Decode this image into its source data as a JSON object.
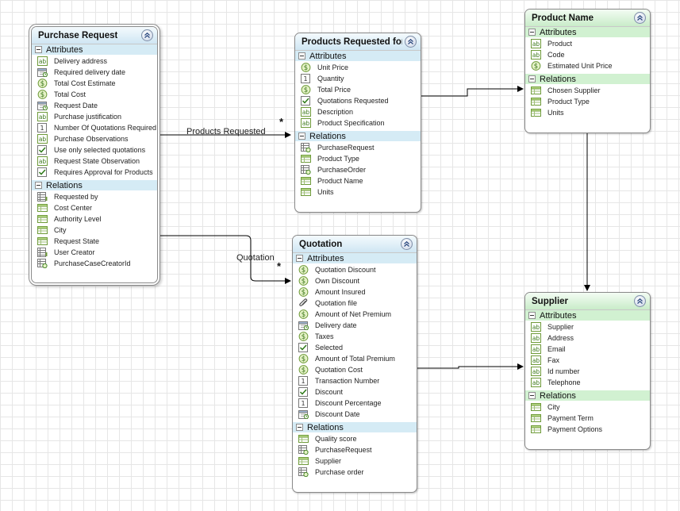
{
  "connectors": {
    "products_requested_label": "Products Requested",
    "products_requested_multiplicity": "*",
    "quotation_label": "Quotation",
    "quotation_multiplicity": "*"
  },
  "entities": [
    {
      "id": "purchase-request",
      "title": "Purchase Request",
      "style": "blue",
      "double": true,
      "sections": [
        {
          "title": "Attributes",
          "items": [
            {
              "label": "Delivery address",
              "icon": "text"
            },
            {
              "label": "Required delivery date",
              "icon": "date"
            },
            {
              "label": "Total Cost Estimate",
              "icon": "money"
            },
            {
              "label": "Total Cost",
              "icon": "money"
            },
            {
              "label": "Request Date",
              "icon": "date"
            },
            {
              "label": "Purchase justification",
              "icon": "text"
            },
            {
              "label": "Number Of Quotations Required",
              "icon": "number"
            },
            {
              "label": "Purchase Observations",
              "icon": "text"
            },
            {
              "label": "Use only selected quotations",
              "icon": "boolean"
            },
            {
              "label": "Request State Observation",
              "icon": "text"
            },
            {
              "label": "Requires Approval for Products",
              "icon": "boolean"
            }
          ]
        },
        {
          "title": "Relations",
          "items": [
            {
              "label": "Requested by",
              "icon": "relation-list"
            },
            {
              "label": "Cost Center",
              "icon": "relation"
            },
            {
              "label": "Authority Level",
              "icon": "relation"
            },
            {
              "label": "City",
              "icon": "relation"
            },
            {
              "label": "Request State",
              "icon": "relation"
            },
            {
              "label": "User Creator",
              "icon": "relation-list"
            },
            {
              "label": "PurchaseCaseCreatorId",
              "icon": "relation-case"
            }
          ]
        }
      ]
    },
    {
      "id": "products-requested",
      "title": "Products Requested for Pre",
      "style": "blue",
      "double": false,
      "sections": [
        {
          "title": "Attributes",
          "items": [
            {
              "label": "Unit Price",
              "icon": "money"
            },
            {
              "label": "Quantity",
              "icon": "number"
            },
            {
              "label": "Total Price",
              "icon": "money"
            },
            {
              "label": "Quotations Requested",
              "icon": "boolean"
            },
            {
              "label": "Description",
              "icon": "text"
            },
            {
              "label": "Product Specification",
              "icon": "text"
            }
          ]
        },
        {
          "title": "Relations",
          "items": [
            {
              "label": "PurchaseRequest",
              "icon": "relation-case"
            },
            {
              "label": "Product Type",
              "icon": "relation"
            },
            {
              "label": "PurchaseOrder",
              "icon": "relation-case"
            },
            {
              "label": "Product Name",
              "icon": "relation"
            },
            {
              "label": "Units",
              "icon": "relation"
            }
          ]
        }
      ]
    },
    {
      "id": "product-name",
      "title": "Product Name",
      "style": "green",
      "double": false,
      "sections": [
        {
          "title": "Attributes",
          "items": [
            {
              "label": "Product",
              "icon": "text"
            },
            {
              "label": "Code",
              "icon": "text"
            },
            {
              "label": "Estimated Unit Price",
              "icon": "money"
            }
          ]
        },
        {
          "title": "Relations",
          "items": [
            {
              "label": "Chosen Supplier",
              "icon": "relation"
            },
            {
              "label": "Product Type",
              "icon": "relation"
            },
            {
              "label": "Units",
              "icon": "relation"
            }
          ]
        }
      ]
    },
    {
      "id": "quotation",
      "title": "Quotation",
      "style": "blue",
      "double": false,
      "sections": [
        {
          "title": "Attributes",
          "items": [
            {
              "label": "Quotation Discount",
              "icon": "money"
            },
            {
              "label": "Own Discount",
              "icon": "money"
            },
            {
              "label": "Amount Insured",
              "icon": "money"
            },
            {
              "label": "Quotation file",
              "icon": "file"
            },
            {
              "label": "Amount of Net Premium",
              "icon": "money"
            },
            {
              "label": "Delivery date",
              "icon": "date"
            },
            {
              "label": "Taxes",
              "icon": "money"
            },
            {
              "label": "Selected",
              "icon": "boolean"
            },
            {
              "label": "Amount of Total Premium",
              "icon": "money"
            },
            {
              "label": "Quotation Cost",
              "icon": "money"
            },
            {
              "label": "Transaction Number",
              "icon": "number"
            },
            {
              "label": "Discount",
              "icon": "boolean"
            },
            {
              "label": "Discount Percentage",
              "icon": "number"
            },
            {
              "label": "Discount Date",
              "icon": "date"
            }
          ]
        },
        {
          "title": "Relations",
          "items": [
            {
              "label": "Quality score",
              "icon": "relation"
            },
            {
              "label": "PurchaseRequest",
              "icon": "relation-case"
            },
            {
              "label": "Supplier",
              "icon": "relation"
            },
            {
              "label": "Purchase order",
              "icon": "relation-case"
            }
          ]
        }
      ]
    },
    {
      "id": "supplier",
      "title": "Supplier",
      "style": "green",
      "double": false,
      "sections": [
        {
          "title": "Attributes",
          "items": [
            {
              "label": "Supplier",
              "icon": "text"
            },
            {
              "label": "Address",
              "icon": "text"
            },
            {
              "label": "Email",
              "icon": "text"
            },
            {
              "label": "Fax",
              "icon": "text"
            },
            {
              "label": "Id number",
              "icon": "text"
            },
            {
              "label": "Telephone",
              "icon": "text"
            }
          ]
        },
        {
          "title": "Relations",
          "items": [
            {
              "label": "City",
              "icon": "relation"
            },
            {
              "label": "Payment Term",
              "icon": "relation"
            },
            {
              "label": "Payment Options",
              "icon": "relation"
            }
          ]
        }
      ]
    }
  ]
}
